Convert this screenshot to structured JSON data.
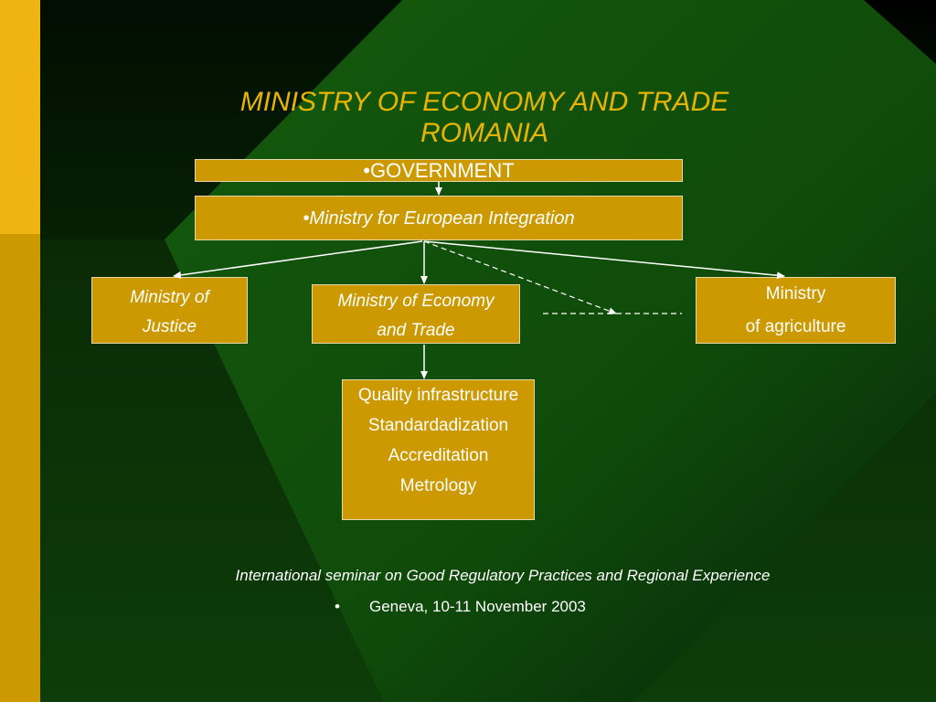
{
  "title": {
    "line1": "MINISTRY OF ECONOMY AND TRADE",
    "line2": "ROMANIA"
  },
  "nodes": {
    "government": "•GOVERNMENT",
    "european_integration": "•Ministry for European Integration",
    "justice": [
      "Ministry of",
      "Justice"
    ],
    "economy_trade": [
      "Ministry of Economy",
      "and Trade"
    ],
    "agriculture": [
      "Ministry",
      "of agriculture"
    ],
    "quality": [
      "Quality infrastructure",
      "Standardadization",
      "Accreditation",
      "Metrology"
    ]
  },
  "footer": {
    "seminar": "International seminar on Good Regulatory Practices and Regional Experience",
    "bullet": "•",
    "location_date": "Geneva, 10-11 November 2003"
  },
  "colors": {
    "box_fill": "#cc9900",
    "title": "#e8b400",
    "sidebar_top": "#f0b412",
    "sidebar_bottom": "#cc9900",
    "diamond": "#0f4a0a"
  }
}
